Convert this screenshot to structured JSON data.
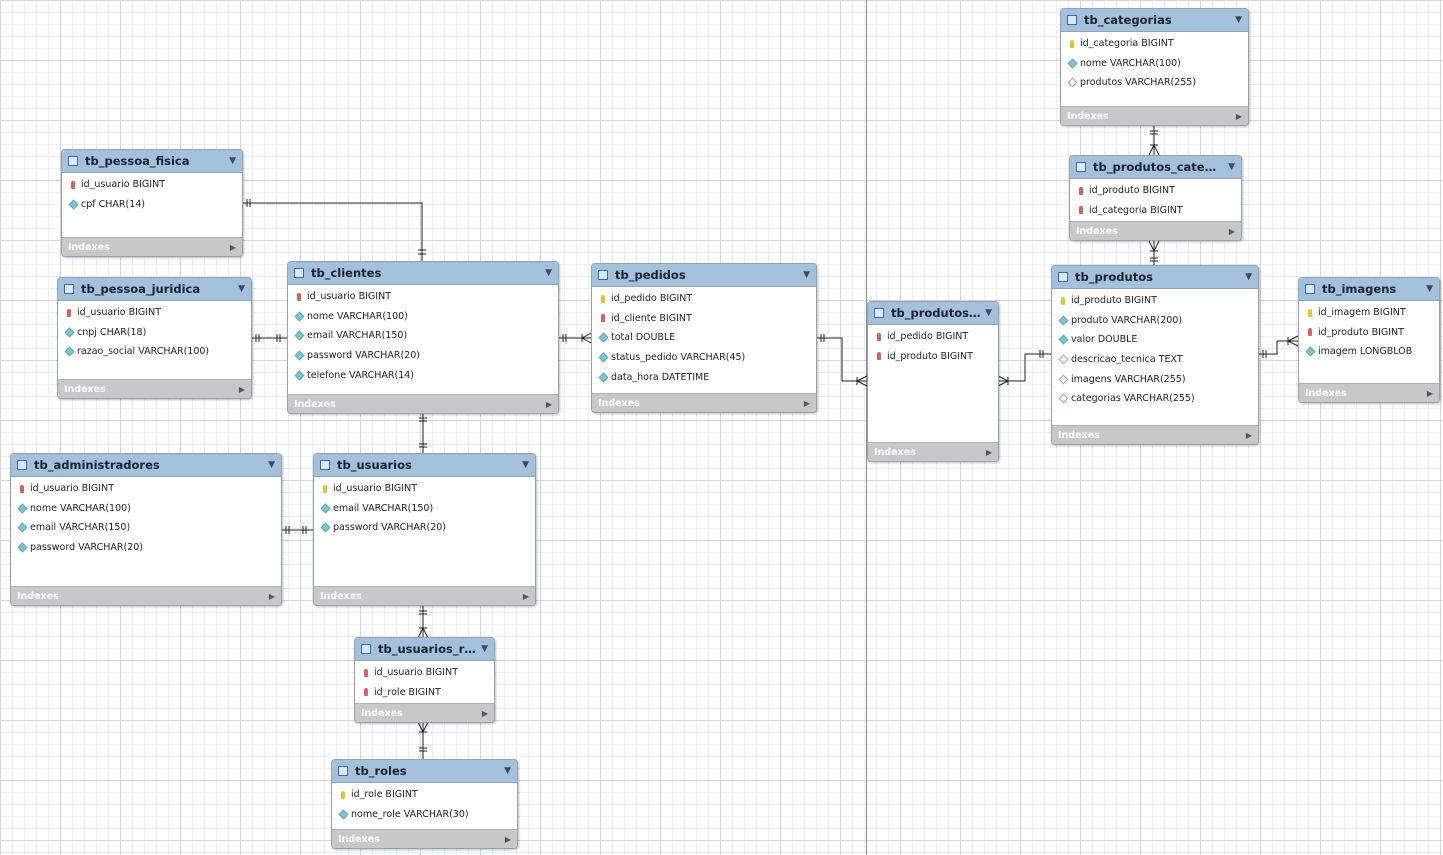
{
  "diagram": {
    "indexes_label": "Indexes",
    "tables": [
      {
        "id": "tb_pessoa_fisica",
        "title": "tb_pessoa_fisica",
        "columns": [
          {
            "name": "id_usuario BIGINT",
            "icon": "pfk"
          },
          {
            "name": "cpf CHAR(14)",
            "icon": "col"
          }
        ]
      },
      {
        "id": "tb_pessoa_juridica",
        "title": "tb_pessoa_juridica",
        "columns": [
          {
            "name": "id_usuario BIGINT",
            "icon": "pfk"
          },
          {
            "name": "cnpj CHAR(18)",
            "icon": "col"
          },
          {
            "name": "razao_social VARCHAR(100)",
            "icon": "col"
          }
        ]
      },
      {
        "id": "tb_clientes",
        "title": "tb_clientes",
        "columns": [
          {
            "name": "id_usuario BIGINT",
            "icon": "pfk"
          },
          {
            "name": "nome VARCHAR(100)",
            "icon": "col"
          },
          {
            "name": "email VARCHAR(150)",
            "icon": "col"
          },
          {
            "name": "password VARCHAR(20)",
            "icon": "col"
          },
          {
            "name": "telefone VARCHAR(14)",
            "icon": "col"
          }
        ]
      },
      {
        "id": "tb_pedidos",
        "title": "tb_pedidos",
        "columns": [
          {
            "name": "id_pedido BIGINT",
            "icon": "key"
          },
          {
            "name": "id_cliente BIGINT",
            "icon": "fk"
          },
          {
            "name": "total DOUBLE",
            "icon": "col"
          },
          {
            "name": "status_pedido VARCHAR(45)",
            "icon": "col"
          },
          {
            "name": "data_hora DATETIME",
            "icon": "col"
          }
        ]
      },
      {
        "id": "tb_administradores",
        "title": "tb_administradores",
        "columns": [
          {
            "name": "id_usuario BIGINT",
            "icon": "pfk"
          },
          {
            "name": "nome VARCHAR(100)",
            "icon": "col"
          },
          {
            "name": "email VARCHAR(150)",
            "icon": "col"
          },
          {
            "name": "password VARCHAR(20)",
            "icon": "col"
          }
        ]
      },
      {
        "id": "tb_usuarios",
        "title": "tb_usuarios",
        "columns": [
          {
            "name": "id_usuario BIGINT",
            "icon": "key"
          },
          {
            "name": "email VARCHAR(150)",
            "icon": "col"
          },
          {
            "name": "password VARCHAR(20)",
            "icon": "col"
          }
        ]
      },
      {
        "id": "tb_usuarios_roles",
        "title": "tb_usuarios_roles",
        "columns": [
          {
            "name": "id_usuario BIGINT",
            "icon": "pfk"
          },
          {
            "name": "id_role BIGINT",
            "icon": "pfk"
          }
        ]
      },
      {
        "id": "tb_roles",
        "title": "tb_roles",
        "columns": [
          {
            "name": "id_role BIGINT",
            "icon": "key"
          },
          {
            "name": "nome_role VARCHAR(30)",
            "icon": "col"
          }
        ]
      },
      {
        "id": "tb_produtos_pedidos",
        "title": "tb_produtos_...",
        "columns": [
          {
            "name": "id_pedido BIGINT",
            "icon": "pfk"
          },
          {
            "name": "id_produto BIGINT",
            "icon": "pfk"
          }
        ]
      },
      {
        "id": "tb_categorias",
        "title": "tb_categorias",
        "columns": [
          {
            "name": "id_categoria BIGINT",
            "icon": "key"
          },
          {
            "name": "nome VARCHAR(100)",
            "icon": "col"
          },
          {
            "name": "produtos VARCHAR(255)",
            "icon": "null"
          }
        ]
      },
      {
        "id": "tb_produtos_categorias",
        "title": "tb_produtos_categorias",
        "columns": [
          {
            "name": "id_produto BIGINT",
            "icon": "pfk"
          },
          {
            "name": "id_categoria BIGINT",
            "icon": "pfk"
          }
        ]
      },
      {
        "id": "tb_produtos",
        "title": "tb_produtos",
        "columns": [
          {
            "name": "id_produto BIGINT",
            "icon": "key"
          },
          {
            "name": "produto VARCHAR(200)",
            "icon": "col"
          },
          {
            "name": "valor DOUBLE",
            "icon": "col"
          },
          {
            "name": "descricao_tecnica TEXT",
            "icon": "null"
          },
          {
            "name": "imagens VARCHAR(255)",
            "icon": "null"
          },
          {
            "name": "categorias VARCHAR(255)",
            "icon": "null"
          }
        ]
      },
      {
        "id": "tb_imagens",
        "title": "tb_imagens",
        "columns": [
          {
            "name": "id_imagem BIGINT",
            "icon": "key"
          },
          {
            "name": "id_produto BIGINT",
            "icon": "fk"
          },
          {
            "name": "imagem LONGBLOB",
            "icon": "col"
          }
        ]
      }
    ],
    "relationships": [
      {
        "from": "tb_pessoa_fisica",
        "to": "tb_clientes",
        "cardinality": "one-to-one"
      },
      {
        "from": "tb_pessoa_juridica",
        "to": "tb_clientes",
        "cardinality": "one-to-one"
      },
      {
        "from": "tb_clientes",
        "to": "tb_pedidos",
        "cardinality": "one-to-many"
      },
      {
        "from": "tb_clientes",
        "to": "tb_usuarios",
        "cardinality": "one-to-one"
      },
      {
        "from": "tb_administradores",
        "to": "tb_usuarios",
        "cardinality": "one-to-one"
      },
      {
        "from": "tb_usuarios",
        "to": "tb_usuarios_roles",
        "cardinality": "one-to-many"
      },
      {
        "from": "tb_roles",
        "to": "tb_usuarios_roles",
        "cardinality": "one-to-many"
      },
      {
        "from": "tb_pedidos",
        "to": "tb_produtos_pedidos",
        "cardinality": "one-to-many"
      },
      {
        "from": "tb_produtos",
        "to": "tb_produtos_pedidos",
        "cardinality": "one-to-many"
      },
      {
        "from": "tb_categorias",
        "to": "tb_produtos_categorias",
        "cardinality": "one-to-many"
      },
      {
        "from": "tb_produtos",
        "to": "tb_produtos_categorias",
        "cardinality": "one-to-many"
      },
      {
        "from": "tb_produtos",
        "to": "tb_imagens",
        "cardinality": "one-to-many"
      }
    ]
  }
}
